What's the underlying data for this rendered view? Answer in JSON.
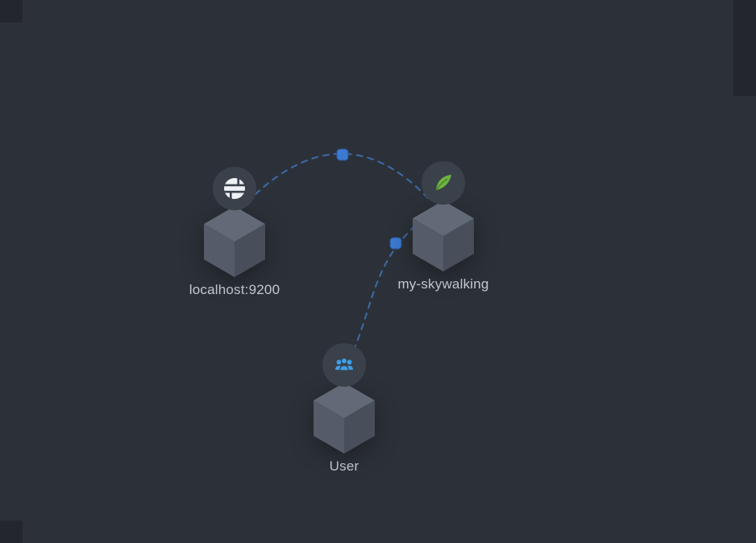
{
  "canvas": {
    "background": "#2c3139",
    "corner_patch_color": "#23272d"
  },
  "topology": {
    "nodes": [
      {
        "label": "localhost:9200",
        "icon": "elasticsearch-icon"
      },
      {
        "label": "my-skywalking",
        "icon": "spring-leaf-icon"
      },
      {
        "label": "User",
        "icon": "users-icon"
      }
    ],
    "edges": [
      {
        "from": "localhost:9200",
        "to": "my-skywalking"
      },
      {
        "from": "User",
        "to": "my-skywalking"
      }
    ],
    "colors": {
      "edge": "#3d6ba6",
      "traffic_marker": "#3b7ad0",
      "label": "#c6ccd4",
      "cube_top": "#636a77",
      "cube_left": "#555b68",
      "cube_right": "#484e5a",
      "icon_circle": "#3a414a",
      "elastic_white": "#eef1f5",
      "spring_green": "#6db33f",
      "user_blue": "#3f9de8"
    }
  }
}
